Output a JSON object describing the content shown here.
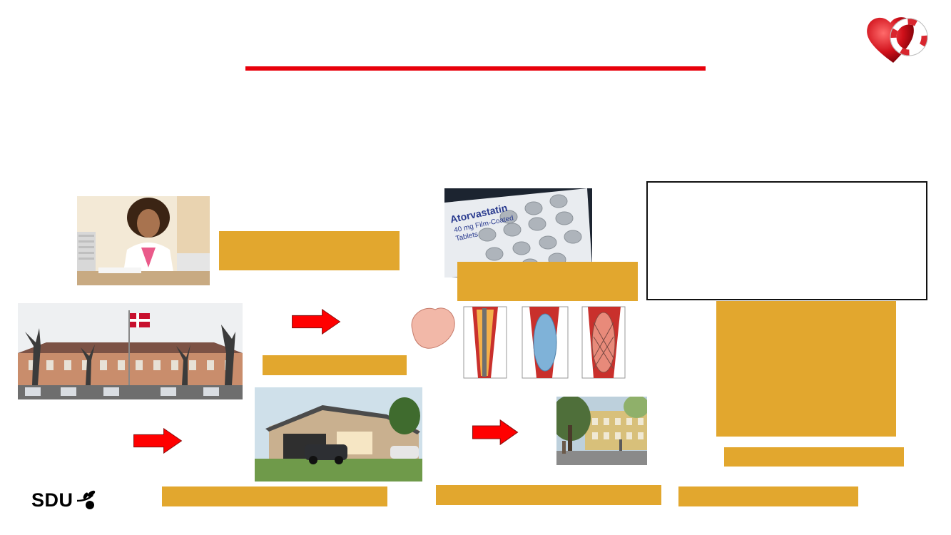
{
  "slide": {
    "footer_logo": {
      "text": "SDU",
      "icon": "olive-branch-icon"
    },
    "corner_logo": {
      "icon": "heart-lifebuoy-icon"
    },
    "pill_pack": {
      "line1": "Atorvastatin",
      "line2": "40 mg Film-Coated",
      "line3": "Tablets"
    }
  },
  "colors": {
    "accent_red": "#e8000b",
    "label_gold": "#e2a72e",
    "arrow_red": "#ff0000"
  }
}
